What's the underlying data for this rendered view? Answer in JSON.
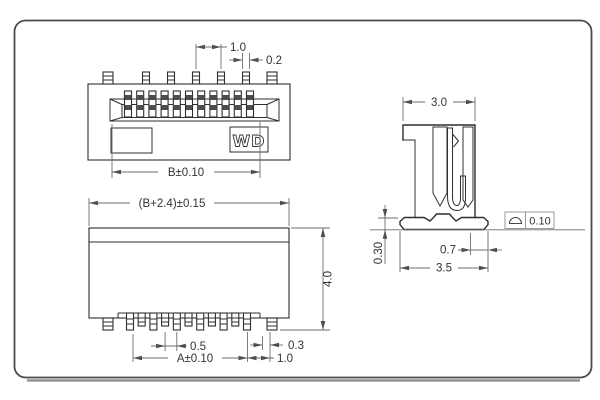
{
  "logo_text": "WD",
  "dimensions": {
    "top_view": {
      "pin_pitch": "1.0",
      "pin_width": "0.2",
      "width_b": "B±0.10"
    },
    "front_view": {
      "total_width": "(B+2.4)±0.15",
      "height": "4.0",
      "pad_pitch": "0.5",
      "width_a": "A±0.10",
      "end_gap": "1.0",
      "pad_width": "0.3"
    },
    "side_view": {
      "body_depth": "3.0",
      "standoff": "0.30",
      "foot_length": "0.7",
      "total_depth": "3.5"
    },
    "tolerance": {
      "surface_profile_value": "0.10"
    }
  },
  "colors": {
    "object_line": "#2f2f2f",
    "dimension_line": "#6e6e6e",
    "frame": "#4a4a4a",
    "background": "#ffffff"
  }
}
